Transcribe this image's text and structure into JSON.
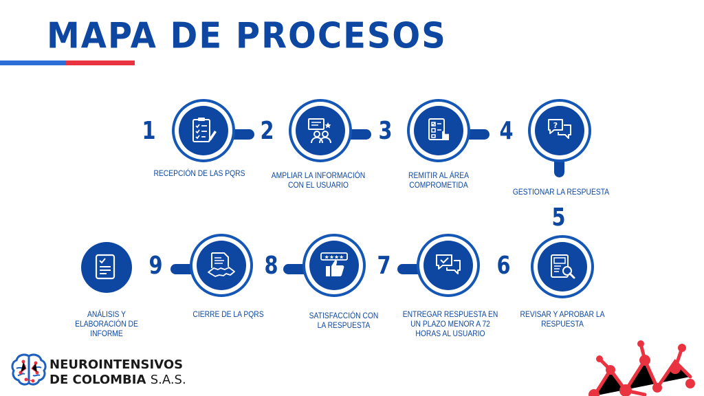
{
  "title": "MAPA DE PROCESOS",
  "colors": {
    "primary": "#0d47a1",
    "accent_red": "#ea3340",
    "accent_blue": "#2d6fd6"
  },
  "steps": [
    {
      "number": "1",
      "label": "RECEPCIÓN DE LAS PQRS",
      "icon": "checklist-pen-icon"
    },
    {
      "number": "2",
      "label": "AMPLIAR LA INFORMACIÓN CON EL USUARIO",
      "icon": "presentation-people-icon"
    },
    {
      "number": "3",
      "label": "REMITIR AL ÁREA COMPROMETIDA",
      "icon": "document-hand-icon"
    },
    {
      "number": "4",
      "label": "GESTIONAR LA RESPUESTA",
      "icon": "chat-question-icon"
    },
    {
      "number": "5",
      "label": "REVISAR Y APROBAR LA RESPUESTA",
      "icon": "document-search-icon"
    },
    {
      "number": "6",
      "label": "ENTREGAR RESPUESTA EN UN PLAZO MENOR A 72 HORAS AL USUARIO",
      "icon": "chat-check-icon"
    },
    {
      "number": "7",
      "label": "SATISFACCIÓN CON LA RESPUESTA",
      "icon": "thumbs-up-stars-icon"
    },
    {
      "number": "8",
      "label": "CIERRE DE LA PQRS",
      "icon": "handshake-document-icon"
    },
    {
      "number": "9",
      "label": "ANÁLISIS Y ELABORACIÓN DE INFORME",
      "icon": "report-document-icon"
    }
  ],
  "logo": {
    "line1": "NEUROINTENSIVOS",
    "line2": "DE COLOMBIA",
    "suffix": "S.A.S."
  }
}
